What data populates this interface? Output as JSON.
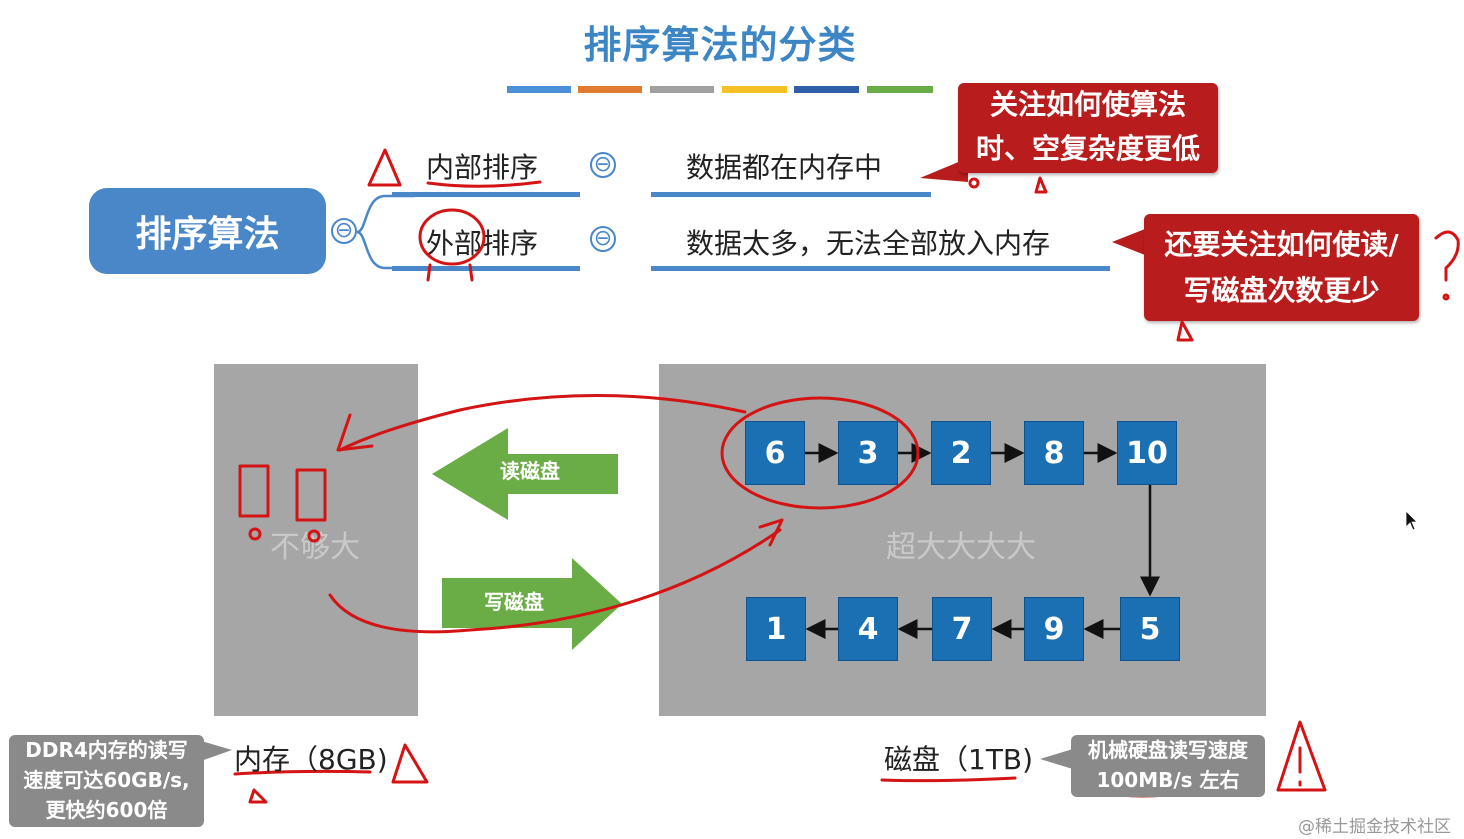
{
  "slide": {
    "title": "排序算法的分类",
    "title_bar_colors": [
      "#4a90d9",
      "#e07b30",
      "#a0a0a0",
      "#f4c023",
      "#2f5fa8",
      "#6aac45"
    ]
  },
  "mindmap": {
    "root_label": "排序算法",
    "branches": [
      {
        "label": "内部排序",
        "description": "数据都在内存中"
      },
      {
        "label": "外部排序",
        "description": "数据太多，无法全部放入内存"
      }
    ],
    "collapse_symbol": "⊖"
  },
  "callouts": {
    "internal_note": [
      "关注如何使算法",
      "时、空复杂度更低"
    ],
    "external_note": [
      "还要关注如何使读/",
      "写磁盘次数更少"
    ]
  },
  "diagram": {
    "memory_panel_label": "不够大",
    "disk_panel_label": "超大大大大",
    "read_arrow_label": "读磁盘",
    "write_arrow_label": "写磁盘",
    "top_row_values": [
      "6",
      "3",
      "2",
      "8",
      "10"
    ],
    "bottom_row_values": [
      "1",
      "4",
      "7",
      "9",
      "5"
    ],
    "memory_caption": "内存（8GB)",
    "disk_caption": "磁盘（1TB)"
  },
  "notes": {
    "ddr4_note": [
      "DDR4内存的读写",
      "速度可达60GB/s,",
      "更快约600倍"
    ],
    "hdd_note": [
      "机械硬盘读写速度",
      "100MB/s 左右"
    ]
  },
  "watermark": "@稀土掘金技术社区",
  "colors": {
    "accent_blue": "#4a87c9",
    "callout_red": "#b81c1c",
    "node_blue": "#1b6fb3",
    "arrow_green": "#6aac45",
    "panel_gray": "#a6a6a6",
    "annotation_red": "#d41414"
  }
}
